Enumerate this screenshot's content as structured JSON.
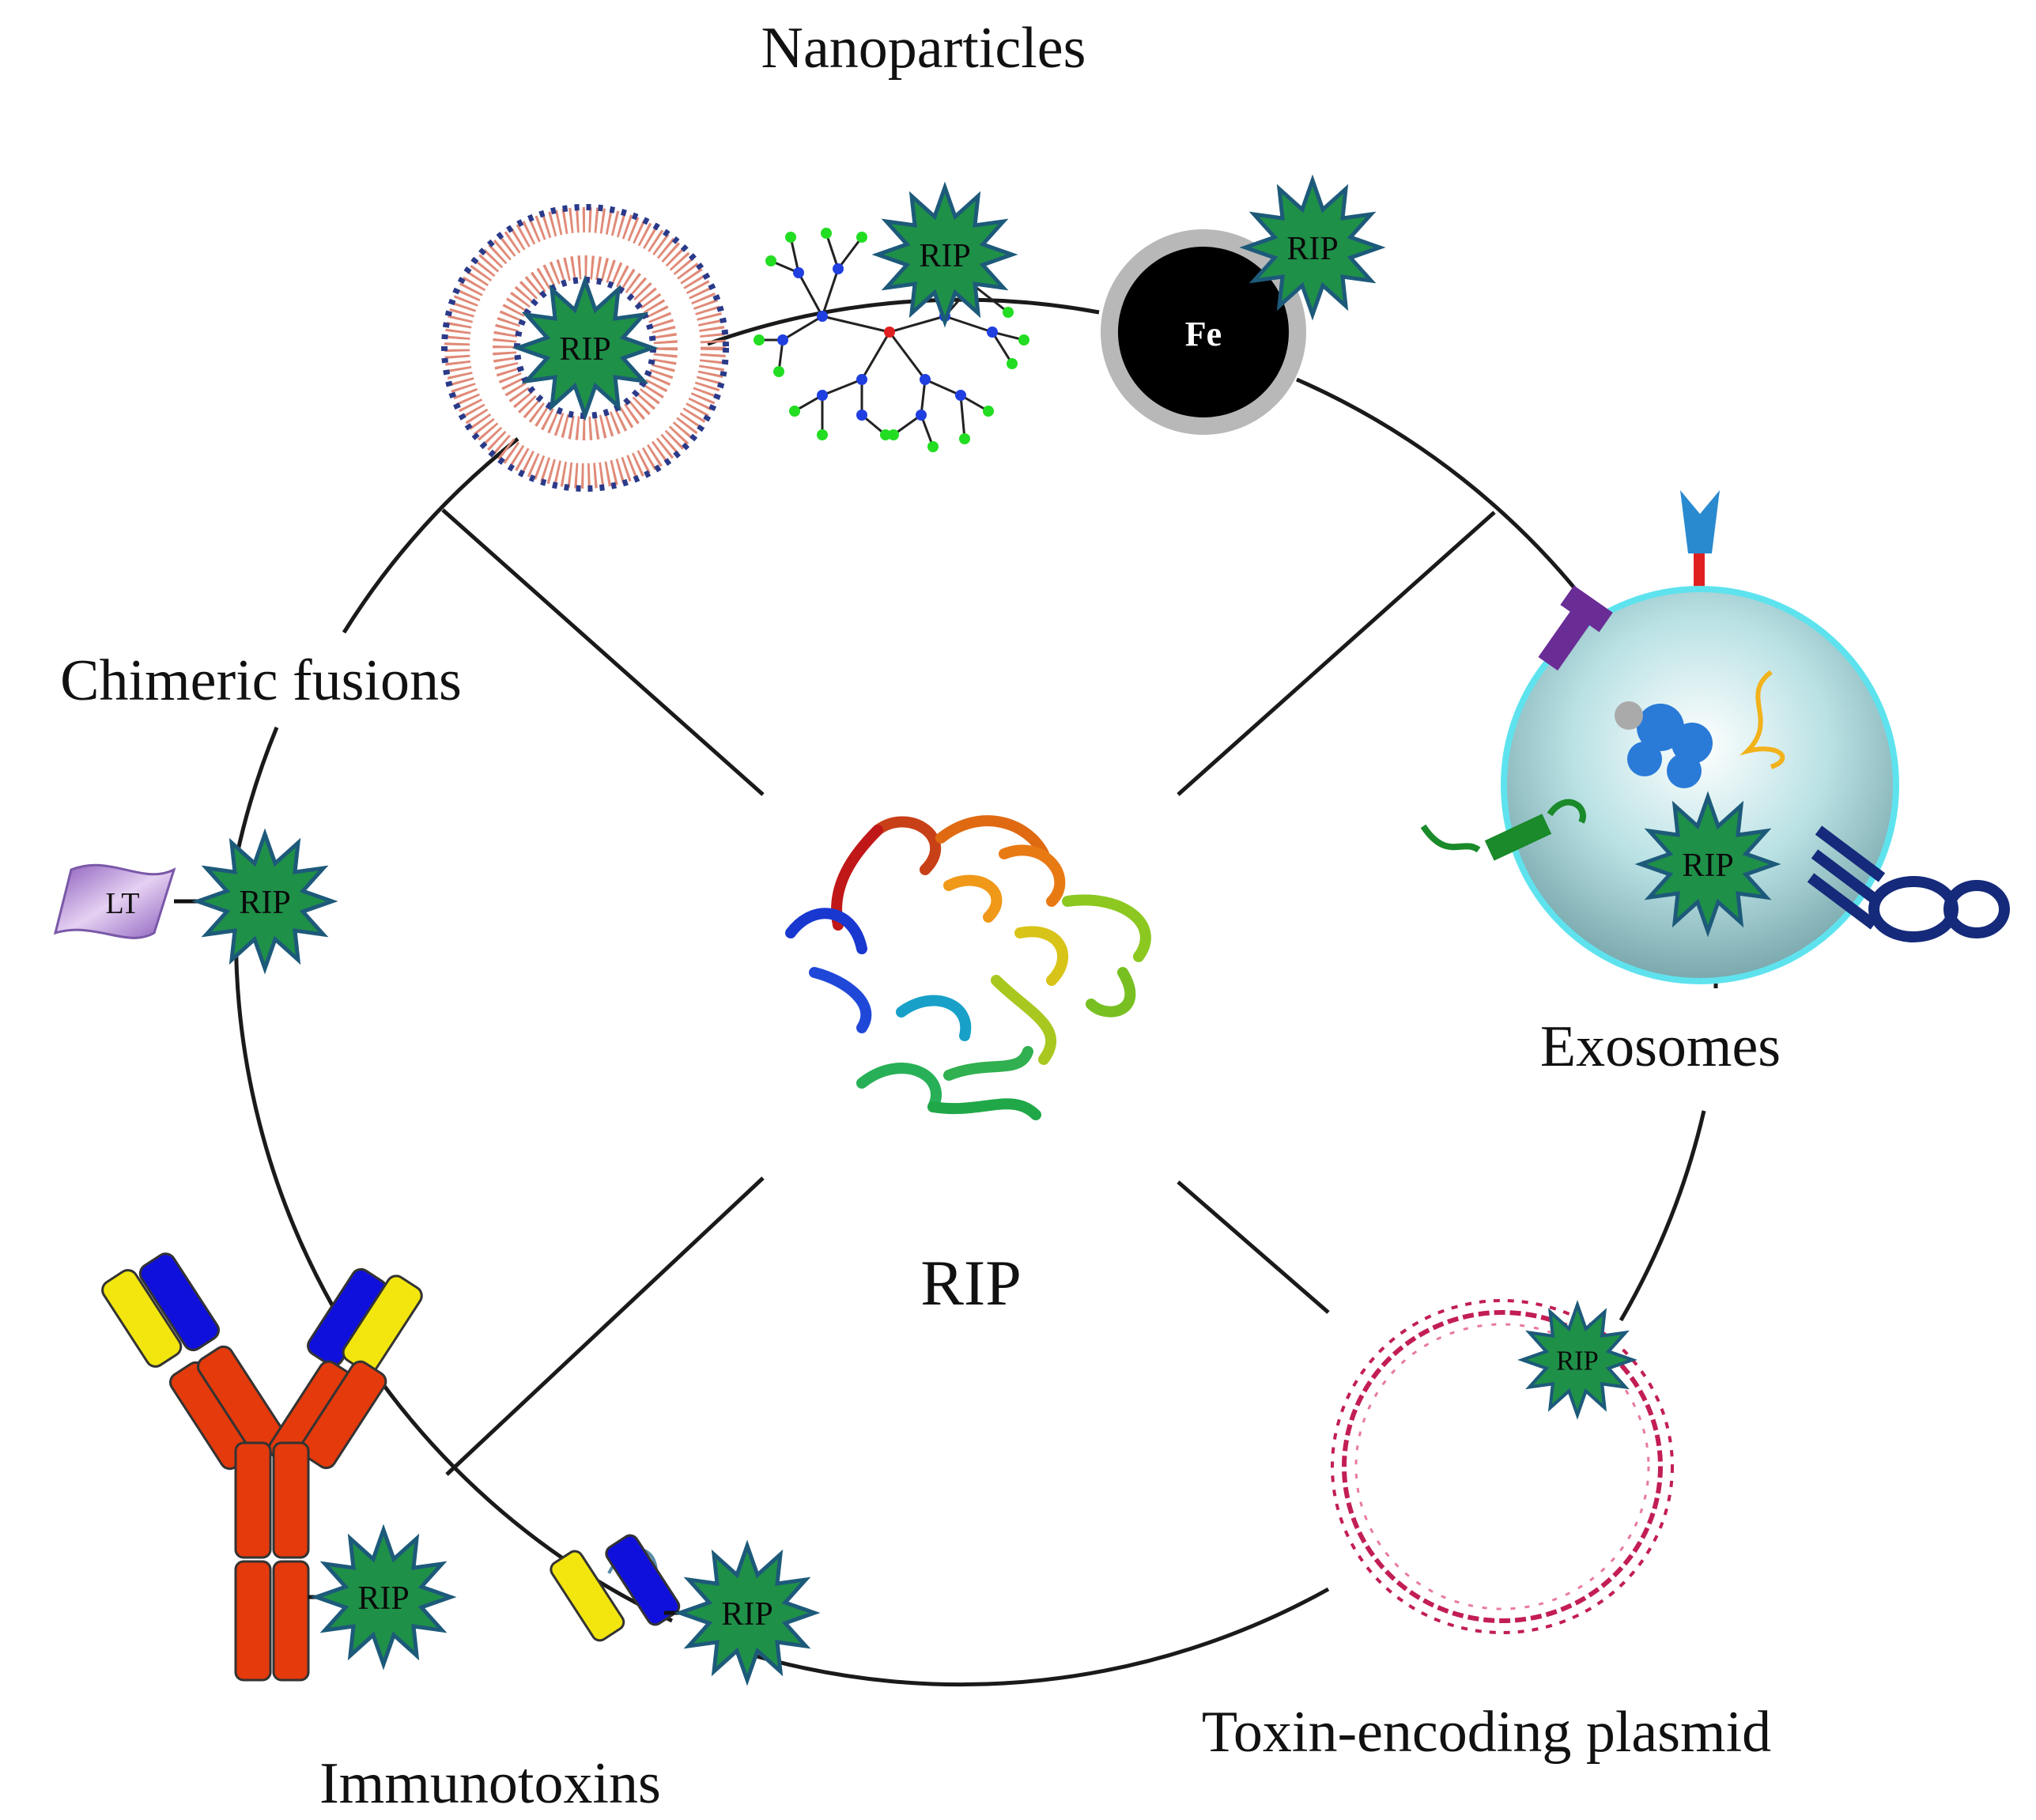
{
  "labels": {
    "nanoparticles": "Nanoparticles",
    "chimeric_fusions": "Chimeric fusions",
    "exosomes": "Exosomes",
    "immunotoxins": "Immunotoxins",
    "toxin_plasmid": "Toxin-encoding plasmid",
    "center": "RIP",
    "rip": "RIP",
    "fe": "Fe",
    "lt": "LT"
  },
  "colors": {
    "rip_star": "#1f9048",
    "rip_star_stroke": "#1d5a7a",
    "lipid_dot": "#2a3a8a",
    "lipid_tail": "#e08a78",
    "dendrimer_node": "#1f3fe0",
    "dendrimer_end": "#22dd22",
    "iron_core": "#000000",
    "iron_shell": "#b8b8b8",
    "exosome": "#a9dbe0",
    "exosome_edge": "#5ee3ee",
    "plasmid": "#c21e54",
    "antibody_heavy": "#e43a0c",
    "antibody_yellow": "#f2e60e",
    "antibody_blue": "#1010dc",
    "lt_tag": "#b88ad8"
  },
  "icons": [
    "liposome-icon",
    "dendrimer-icon",
    "iron-nanoparticle-icon",
    "exosome-icon",
    "plasmid-icon",
    "antibody-icon",
    "scfv-icon",
    "lt-tag-icon",
    "protein-structure-icon"
  ]
}
